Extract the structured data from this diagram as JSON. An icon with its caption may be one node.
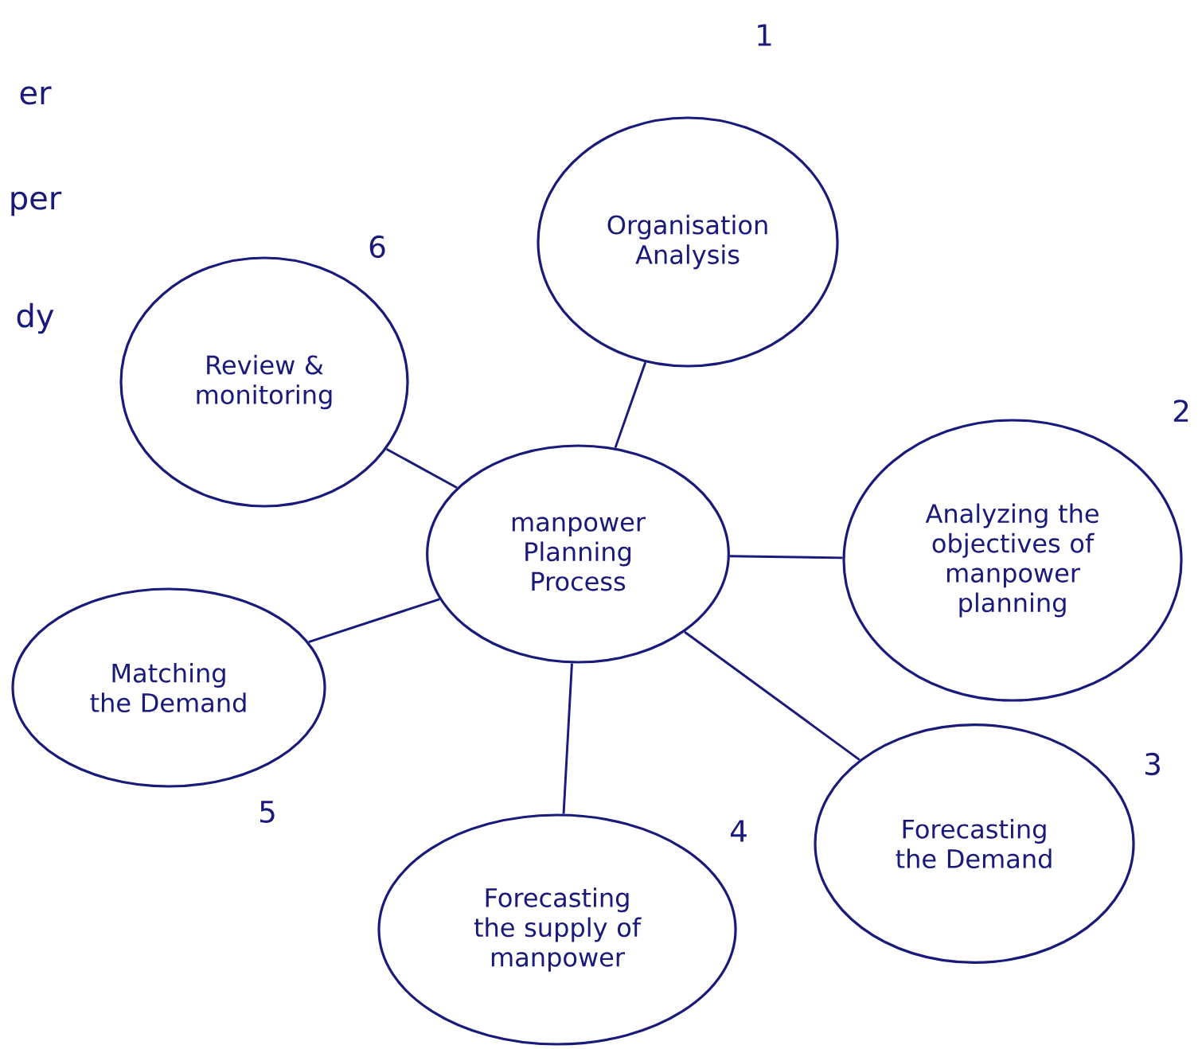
{
  "diagram": {
    "nodes": [
      {
        "text": [
          "Review & monitoring"
        ],
        "beside": [
          "6"
        ]
      },
      {
        "text": [
          "Organisation Analysis"
        ],
        "beside": [
          "1"
        ]
      },
      {
        "text": [
          "manpower Planning Process"
        ]
      },
      {
        "text": [
          "Analyzing the objectives of manpower planning"
        ],
        "beside": [
          "2"
        ]
      },
      {
        "text": [
          "Matching the Demand"
        ],
        "beside": [
          "5"
        ]
      },
      {
        "text": [
          "Forecasting the Demand"
        ],
        "beside": [
          "3"
        ]
      },
      {
        "text": [
          "Forecasting the supply of manpower"
        ],
        "beside": [
          "4"
        ]
      }
    ],
    "edges": [
      {
        "from": 2,
        "to": 1,
        "arrow": "none"
      },
      {
        "from": 2,
        "to": 3,
        "arrow": "none"
      },
      {
        "from": 2,
        "to": 5,
        "arrow": "none"
      },
      {
        "from": 2,
        "to": 6,
        "arrow": "none"
      },
      {
        "from": 2,
        "to": 4,
        "arrow": "none"
      },
      {
        "from": 2,
        "to": 0,
        "arrow": "none"
      }
    ],
    "labels": [
      "er",
      "per",
      "dy"
    ]
  }
}
